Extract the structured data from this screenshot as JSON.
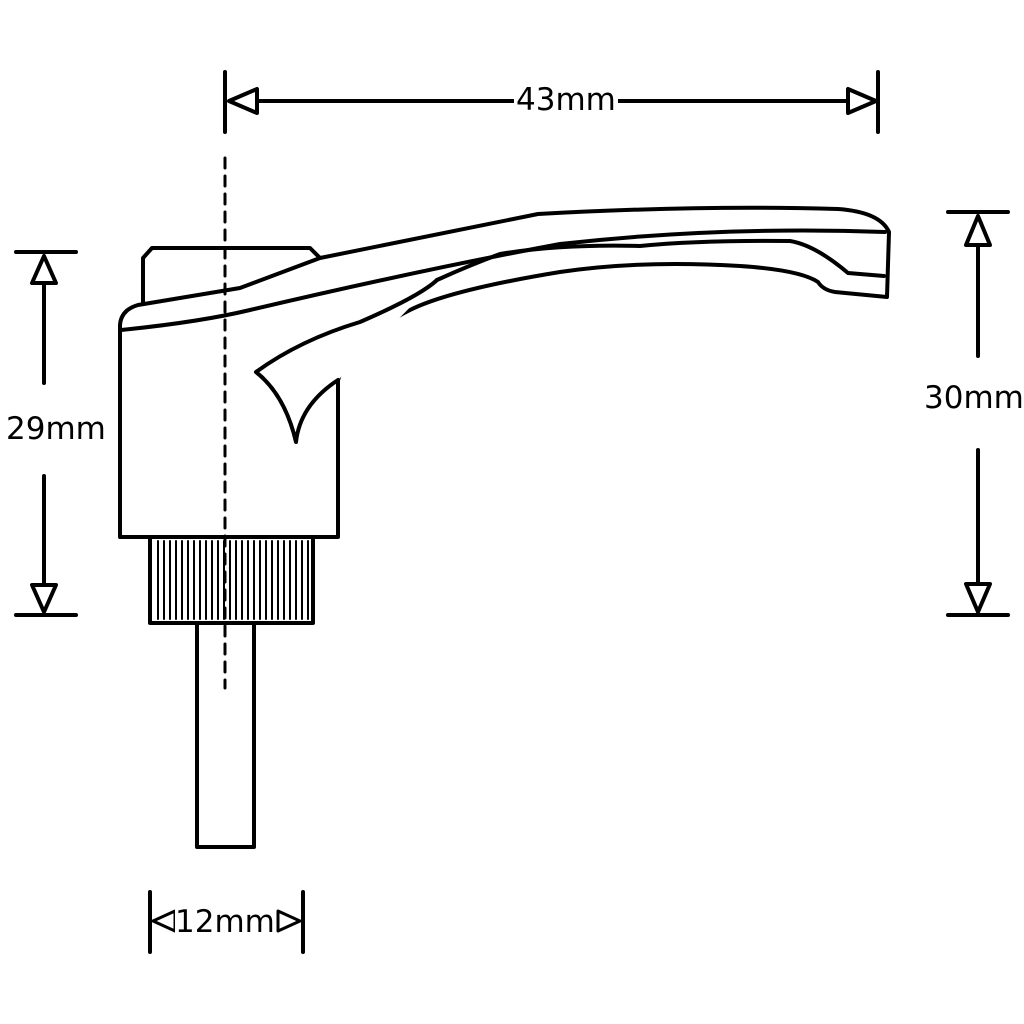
{
  "dimensions": {
    "width_top": "43mm",
    "height_left": "29mm",
    "height_right": "30mm",
    "shaft_width": "12mm"
  },
  "colors": {
    "stroke": "#000000",
    "background": "#ffffff"
  }
}
